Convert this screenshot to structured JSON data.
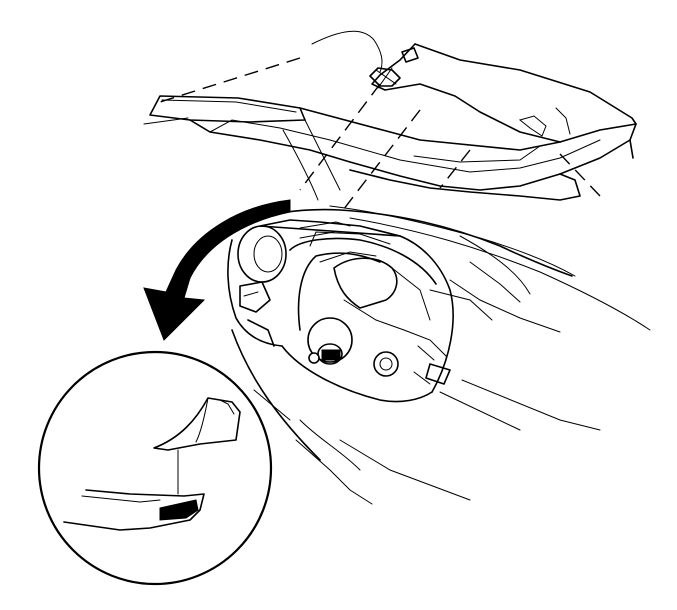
{
  "figure": {
    "background_color": "#ffffff",
    "line_color": "#000000",
    "components": {
      "panel": "instrument-panel-upper-trim-panel",
      "arrow": "removal-direction-arrow",
      "detail": "magnified-detail-view"
    }
  }
}
